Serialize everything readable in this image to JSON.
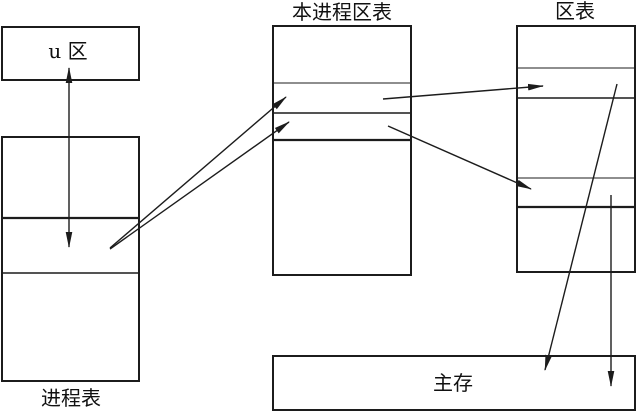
{
  "diagram": {
    "description": "Unix memory management structure diagram: process table entry linked to u-area and per-process region table, which points into the system region table, whose entries point into main memory.",
    "colors": {
      "background": "#ffffff",
      "line": "#1c1c1c",
      "text": "#111111"
    },
    "boxes": {
      "u_area": {
        "label": "u 区"
      },
      "process_table": {
        "label": "进程表"
      },
      "process_region_table": {
        "label": "本进程区表"
      },
      "region_table": {
        "label": "区表"
      },
      "main_memory": {
        "label": "主存"
      }
    },
    "connections": [
      {
        "from": "process-table-entry",
        "to": "u-area-box",
        "style": "double-headed-arrow"
      },
      {
        "from": "process-table-entry",
        "to": "process-region-table-row-2",
        "style": "arrow"
      },
      {
        "from": "process-table-entry",
        "to": "process-region-table-row-3",
        "style": "arrow"
      },
      {
        "from": "process-region-table-row-2",
        "to": "region-table-row-2",
        "style": "arrow"
      },
      {
        "from": "process-region-table-row-3",
        "to": "region-table-row-4",
        "style": "arrow"
      },
      {
        "from": "region-table-row-2",
        "to": "main-memory-box",
        "style": "arrow"
      },
      {
        "from": "region-table-row-4",
        "to": "main-memory-box",
        "style": "arrow"
      }
    ]
  }
}
